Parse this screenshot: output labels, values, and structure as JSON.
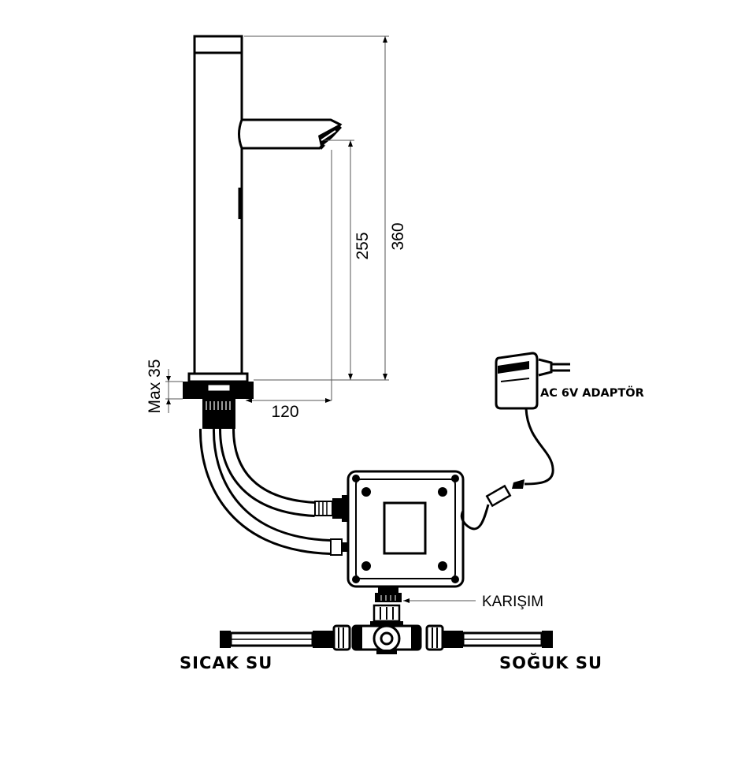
{
  "dimensions": {
    "height_total": "360",
    "spout_height": "255",
    "reach": "120",
    "max_mount": "Max 35"
  },
  "labels": {
    "adapter": "AC 6V ADAPTÖR",
    "mixing": "KARIŞIM",
    "hot_water": "SICAK SU",
    "cold_water": "SOĞUK SU"
  }
}
